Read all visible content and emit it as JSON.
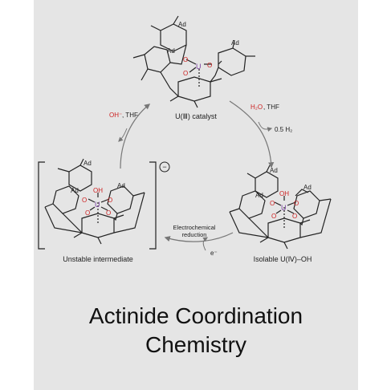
{
  "labels": {
    "top_catalyst": "U(Ⅲ) catalyst",
    "right_product": "Isolable U(Ⅳ)–OH",
    "left_intermediate": "Unstable intermediate"
  },
  "reagents": {
    "oh_minus": "OH⁻",
    "thf_left": ", THF",
    "h2o": "H₂O",
    "thf_right": ", THF",
    "h2": "0.5 H₂",
    "electro_line1": "Electrochemical",
    "electro_line2": "reduction",
    "electron": "e⁻",
    "charge": "−"
  },
  "atoms": {
    "ad": "Ad",
    "u": "U",
    "o": "O",
    "oh": "OH"
  },
  "caption": {
    "line1": "Actinide Coordination",
    "line2": "Chemistry"
  },
  "colors": {
    "background": "#e5e5e5",
    "oxygen": "#cc2222",
    "uranium": "#7a3ea0",
    "bonds": "#222222",
    "arrows": "#777777"
  }
}
